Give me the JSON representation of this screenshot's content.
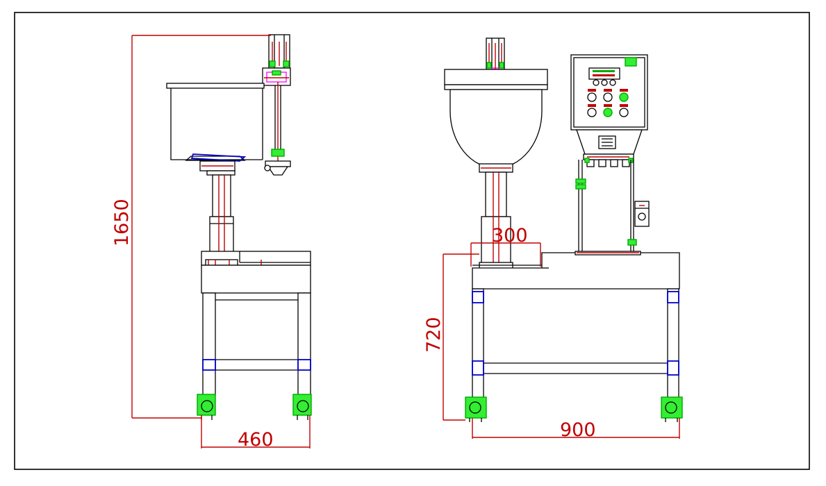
{
  "dimensions": {
    "side_height": "1650",
    "side_width": "460",
    "front_column": "300",
    "front_table_height": "720",
    "front_width": "900"
  },
  "colors": {
    "outline": "#000000",
    "dimension": "#c00000",
    "wheel": "#33ee33",
    "brace": "#0000cc",
    "panel_accent": "#00aa00"
  }
}
